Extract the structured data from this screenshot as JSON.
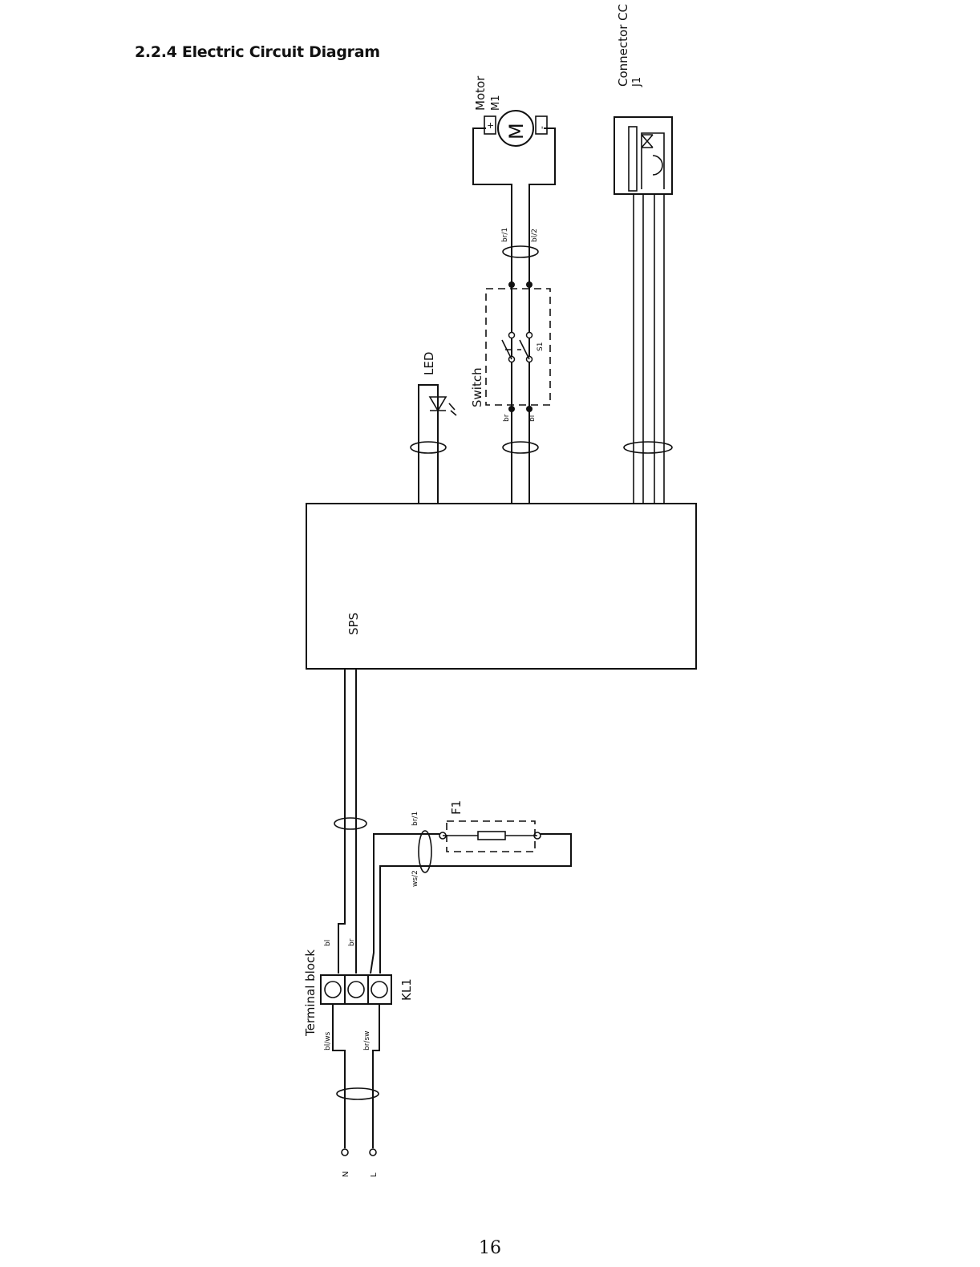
{
  "document": {
    "heading": "2.2.4 Electric Circuit Diagram",
    "page_number": "16"
  },
  "components": {
    "motor_name": "Motor",
    "motor_ref": "M1",
    "motor_symbol": "M",
    "motor_plus": "+",
    "motor_minus": "-",
    "connector_name": "Connector CC",
    "connector_ref": "J1",
    "led_name": "LED",
    "switch_name": "Switch",
    "switch_ref": "S1",
    "sps_name": "SPS",
    "fuse_ref": "F1",
    "terminal_name": "Terminal block",
    "terminal_ref": "KL1"
  },
  "wire_labels": {
    "motor_wire_1": "br/1",
    "motor_wire_2": "bl/2",
    "switch_in_1": "br",
    "switch_in_2": "bl",
    "fuse_wire_1": "br/1",
    "fuse_wire_2": "ws/2",
    "terminal_out_1": "bl",
    "terminal_out_2": "br",
    "mains_1": "bl/ws",
    "mains_2": "br/sw",
    "mains_n": "N",
    "mains_l": "L"
  },
  "colors": {
    "ink": "#111111",
    "paper": "#ffffff"
  }
}
